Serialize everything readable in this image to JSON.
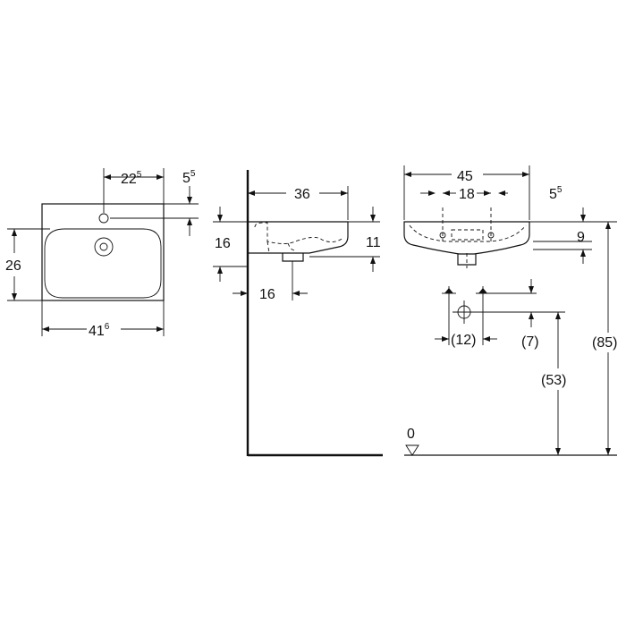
{
  "front_view": {
    "dim_tap_offset": {
      "main": "22",
      "sup": "5"
    },
    "dim_tap_depth": {
      "main": "5",
      "sup": "5"
    },
    "dim_depth": "26",
    "dim_width": {
      "main": "41",
      "sup": "6"
    }
  },
  "side_view": {
    "dim_length": "36",
    "dim_height": "16",
    "dim_bowl": "11",
    "dim_outlet": "16"
  },
  "back_view": {
    "dim_width": "45",
    "dim_fixing": "18",
    "dim_rim_depth": {
      "main": "5",
      "sup": "5"
    },
    "dim_rim": "9",
    "dim_pipe_spacing": "(12)",
    "dim_pipe_offset": "(7)",
    "dim_outlet_height": "(53)",
    "dim_total_height": "(85)",
    "floor_level": "0"
  }
}
